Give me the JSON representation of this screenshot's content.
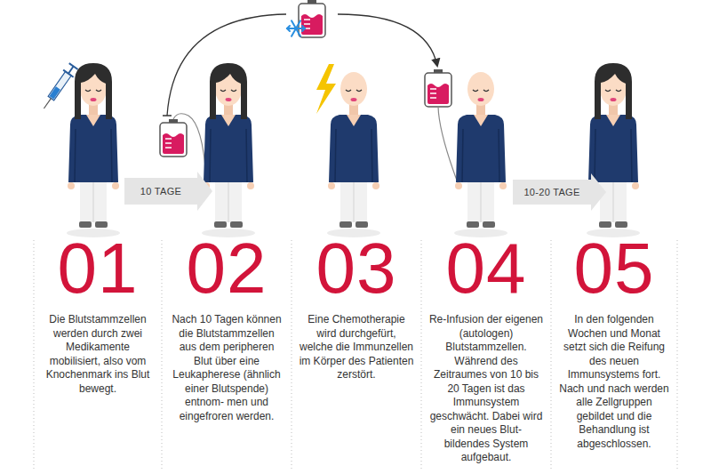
{
  "diagram": {
    "nodes": [
      {
        "text": [
          "10 TAGE"
        ]
      },
      {
        "text": [
          "10-20 TAGE"
        ]
      }
    ],
    "labels": [
      "01",
      "Die Blutstammzellen werden durch zwei Medikamente mobilisiert, also vom Knochenmark ins Blut bewegt.",
      "02",
      "Nach 10 Tagen können die Blutstammzellen aus dem peripheren Blut über eine Leukapherese (ähnlich einer Blutspende) entnom- men und eingefroren werden.",
      "03",
      "Eine Chemotherapie wird durchgefürt, welche die Immunzellen im Körper des Patienten zerstört.",
      "04",
      "Re-Infusion der eigenen (autologen) Blutstammzellen. Während des Zeitraumes von 10 bis 20 Tagen ist das Immunsystem geschwächt. Dabei wird ein neues Blut-bildendes System aufgebaut.",
      "05",
      "In den folgenden Wochen und Monat setzt sich die Reifung des neuen Immunsystems fort. Nach und nach werden alle Zellgruppen gebildet und die Behandlung ist abgeschlossen."
    ]
  }
}
